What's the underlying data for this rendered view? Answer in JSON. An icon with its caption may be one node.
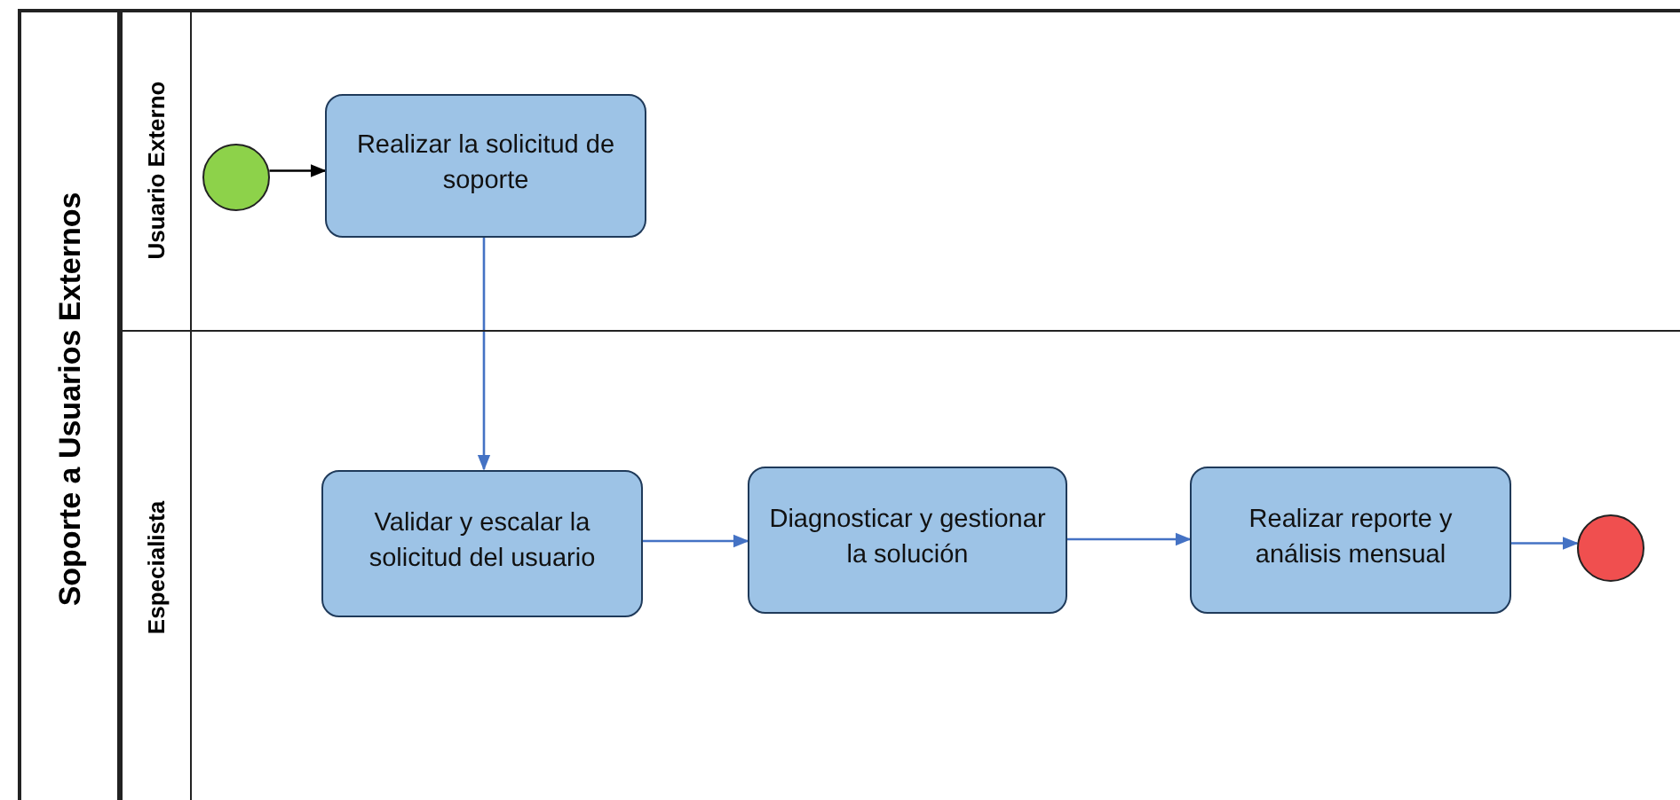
{
  "diagram": {
    "nodes": [
      {
        "text": [
          "Soporte a Usuarios Externos"
        ]
      },
      {
        "text": [
          "Usuario Externo"
        ],
        "in": 0
      },
      {
        "text": [
          "Especialista"
        ],
        "in": 0
      },
      {
        "text": [],
        "shape": "circle",
        "in": 1
      },
      {
        "text": [
          "Realizar la solicitud de soporte"
        ],
        "in": 1
      },
      {
        "text": [
          "Validar y escalar la solicitud del usuario"
        ],
        "in": 2
      },
      {
        "text": [
          "Diagnosticar y gestionar la solución"
        ],
        "in": 2
      },
      {
        "text": [
          "Realizar reporte y análisis mensual"
        ],
        "in": 2
      },
      {
        "text": [],
        "shape": "circle",
        "in": 2
      }
    ],
    "edges": [
      {
        "from": 3,
        "to": 4,
        "arrow": "to",
        "color": "#000000"
      },
      {
        "from": 4,
        "to": 5,
        "arrow": "to"
      },
      {
        "from": 5,
        "to": 6,
        "arrow": "to"
      },
      {
        "from": 6,
        "to": 7,
        "arrow": "to"
      },
      {
        "from": 7,
        "to": 8,
        "arrow": "to"
      }
    ]
  }
}
